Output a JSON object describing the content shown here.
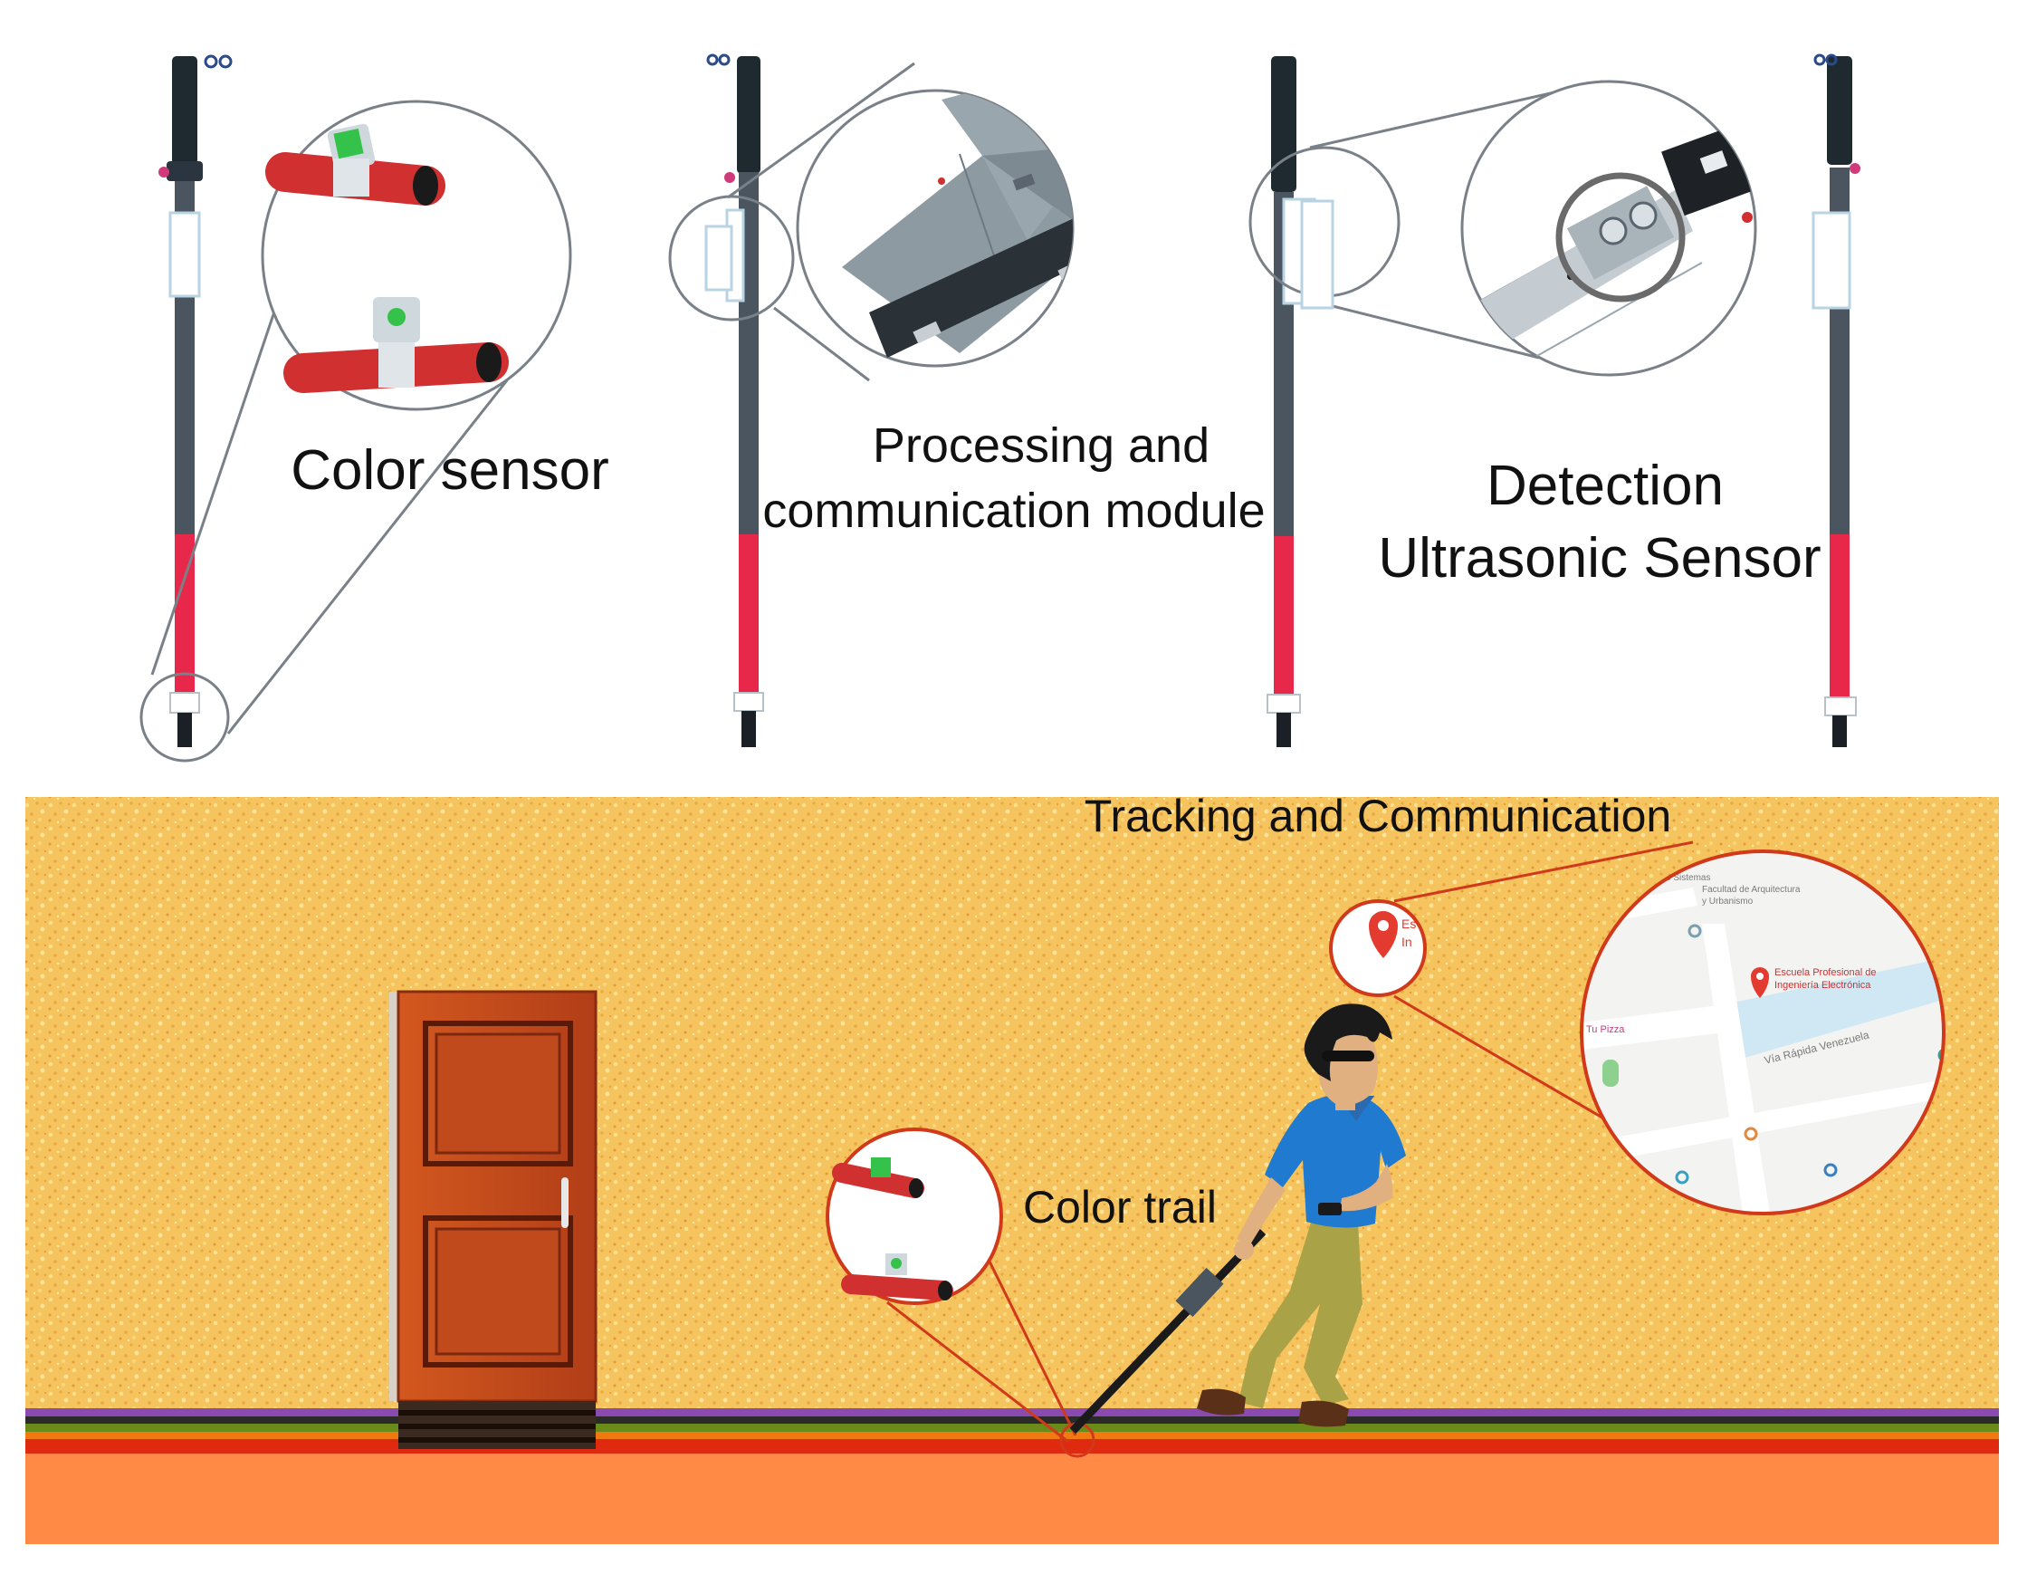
{
  "labels": {
    "color_sensor": "Color sensor",
    "processing_line1": "Processing and",
    "processing_line2": "communication module",
    "detection_line1": "Detection",
    "detection_line2": "Ultrasonic Sensor",
    "tracking": "Tracking and Communication",
    "color_trail": "Color trail"
  },
  "map": {
    "poi_main_line1": "Escuela Profesional de",
    "poi_main_line2": "Ingeniería Electrónica",
    "poi_arch_line1": "Facultad de Arquitectura",
    "poi_arch_line2": "y Urbanismo",
    "poi_systems": "Ing. de Sistemas",
    "street_1": "Vía Rápida Venezuela",
    "poi_left": "Tu Pizza"
  },
  "colors": {
    "wall": "#f5c25a",
    "floor": "#ff8a45",
    "door": "#c24a1e",
    "cane_tip": "#e8284a",
    "callout_ring": "#d03a1a",
    "stripe_purple": "#5a2a8a",
    "stripe_green": "#6a8a1a",
    "stripe_orange": "#f07a10",
    "stripe_red": "#e02a10"
  }
}
